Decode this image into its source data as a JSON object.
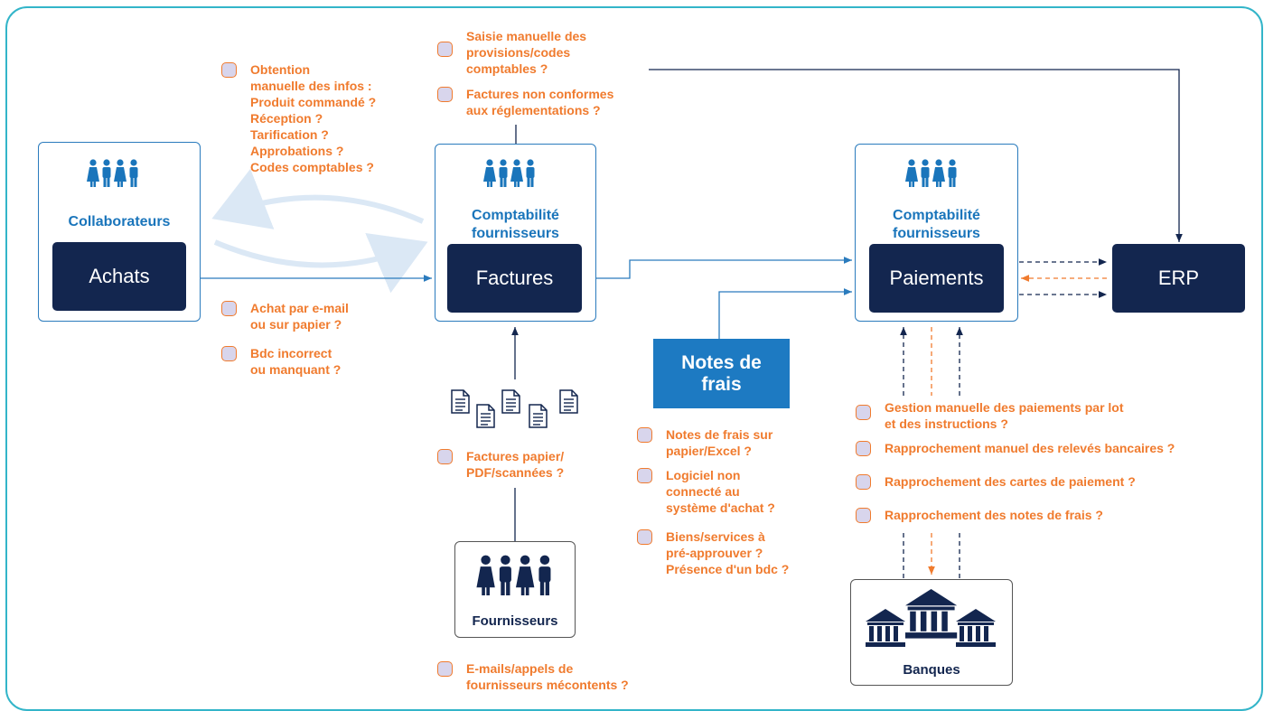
{
  "colors": {
    "navy": "#13264f",
    "blue": "#1d7ac2",
    "orange": "#f07b2e",
    "frame": "#33b5c9",
    "checkbox": "#d8d5ec"
  },
  "nodes": {
    "collaborateurs_role": "Collaborateurs",
    "achats": "Achats",
    "factures_role": "Comptabilité fournisseurs",
    "factures": "Factures",
    "paiements_role": "Comptabilité fournisseurs",
    "paiements": "Paiements",
    "erp": "ERP",
    "notes_de_frais": "Notes de frais",
    "fournisseurs": "Fournisseurs",
    "banques": "Banques"
  },
  "issues": {
    "obtention": [
      "Obtention",
      "manuelle des infos :",
      "Produit commandé ?",
      "Réception ?",
      "Tarification ?",
      "Approbations ?",
      "Codes comptables ?"
    ],
    "saisie": [
      "Saisie manuelle des",
      "provisions/codes",
      "comptables ?"
    ],
    "non_conformes": [
      "Factures non conformes",
      "aux réglementations ?"
    ],
    "achat_email": [
      "Achat par e-mail",
      "ou sur papier ?"
    ],
    "bdc": [
      "Bdc incorrect",
      "ou manquant ?"
    ],
    "factures_papier": [
      "Factures papier/",
      "PDF/scannées ?"
    ],
    "emails_appels": [
      "E-mails/appels de",
      "fournisseurs mécontents ?"
    ],
    "notes_papier": [
      "Notes de frais sur",
      "papier/Excel ?"
    ],
    "logiciel": [
      "Logiciel non",
      "connecté au",
      "système d'achat ?"
    ],
    "biens_services": [
      "Biens/services à",
      "pré-approuver ?",
      "Présence d'un bdc ?"
    ],
    "gestion_paiements": [
      "Gestion manuelle des paiements par lot",
      "et des instructions ?"
    ],
    "rapprochement_releves": [
      "Rapprochement manuel des relevés bancaires ?"
    ],
    "rapprochement_cartes": [
      "Rapprochement des cartes de paiement ?"
    ],
    "rapprochement_notes": [
      "Rapprochement des notes de frais ?"
    ]
  },
  "icons": {
    "people": "people-group-icon",
    "documents": "documents-icon",
    "bank": "bank-building-icon",
    "checkbox": "issue-checkbox-icon"
  }
}
